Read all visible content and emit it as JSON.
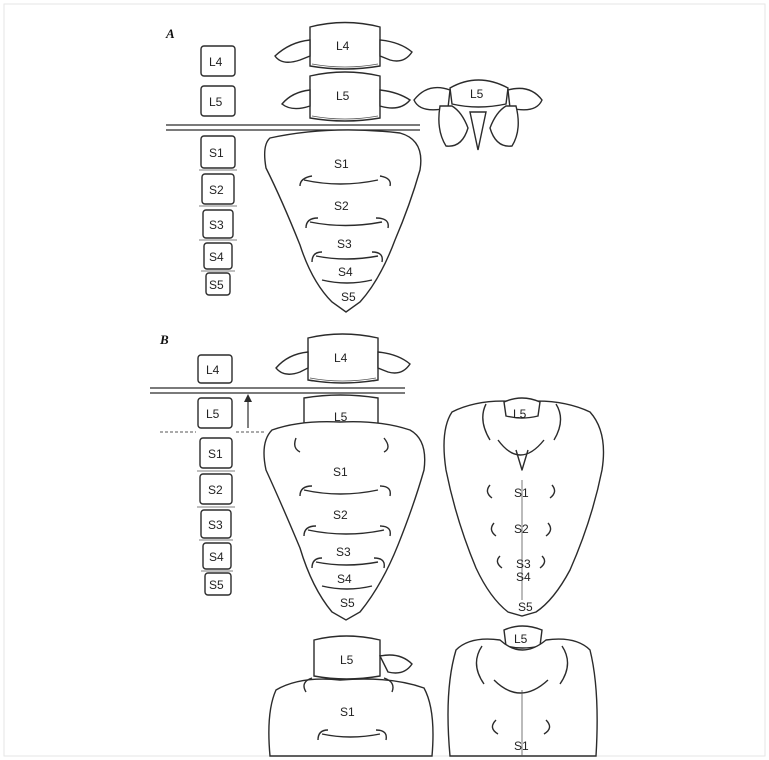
{
  "panels": [
    {
      "key": "A",
      "label": "A",
      "column": [
        "L4",
        "L5",
        "S1",
        "S2",
        "S3",
        "S4",
        "S5"
      ],
      "side_view": {
        "top": "L4",
        "mid": "L5"
      },
      "top_view": "L5",
      "sacrum": [
        "S1",
        "S2",
        "S3",
        "S4",
        "S5"
      ]
    },
    {
      "key": "B",
      "label": "B",
      "column": [
        "L4",
        "L5",
        "S1",
        "S2",
        "S3",
        "S4",
        "S5"
      ],
      "side_view": {
        "top": "L4",
        "mid": "L5"
      },
      "sacrum": [
        "S1",
        "S2",
        "S3",
        "S4",
        "S5"
      ],
      "posterior_view": {
        "top": "L5",
        "segments": [
          "S1",
          "S2",
          "S3",
          "S4",
          "S5"
        ]
      },
      "bottom_left": {
        "top": "L5",
        "seg": "S1"
      },
      "bottom_right": {
        "top": "L5",
        "seg": "S1"
      }
    }
  ],
  "colors": {
    "line": "#2b2b2b",
    "background": "#ffffff"
  }
}
